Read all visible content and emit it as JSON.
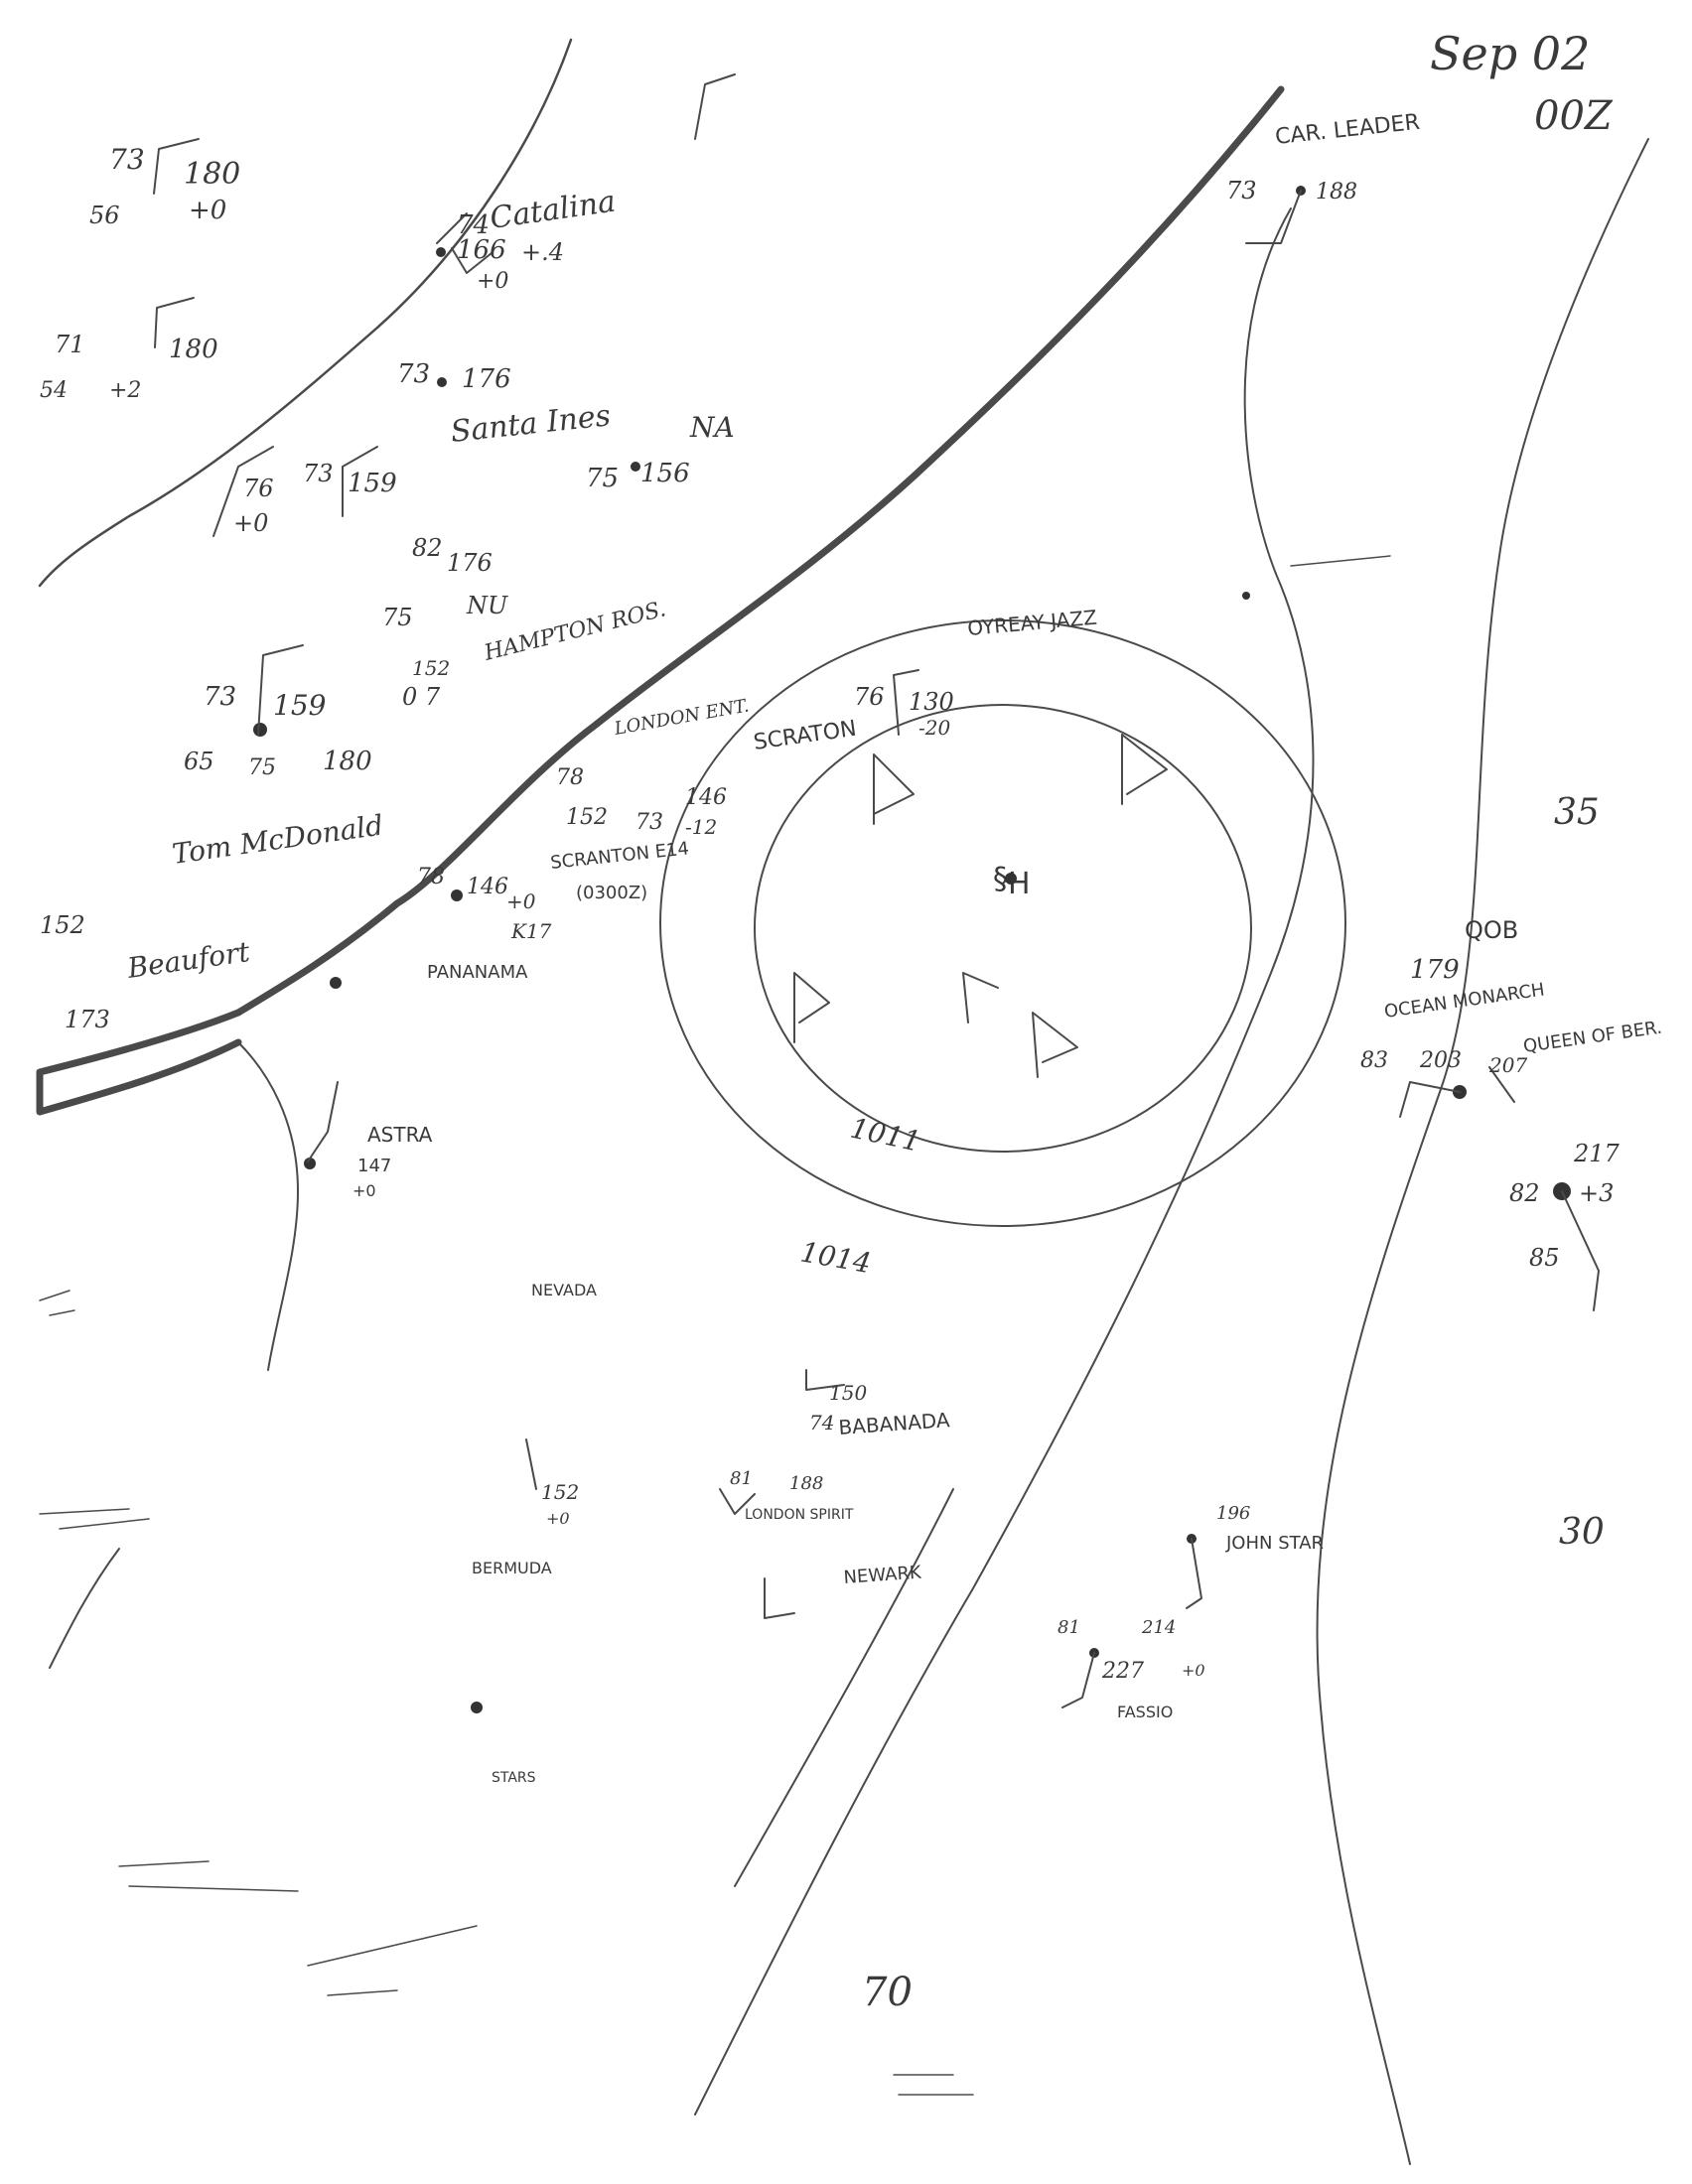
{
  "header": {
    "date": "Sep 02",
    "time": "00Z"
  },
  "analysis": {
    "low_center_label": "H",
    "isobars": [
      "1011",
      "1014"
    ],
    "latitude_labels": [
      "35",
      "30"
    ],
    "longitude_label": "70"
  },
  "ships": {
    "catalina": "Catalina",
    "santa_ines": "Santa Ines",
    "hampton_ros": "HAMPTON ROS.",
    "london_ent": "LONDON ENT.",
    "scraton": "SCRATON",
    "scranton_e14": "SCRANTON E14",
    "scranton_time": "(0300Z)",
    "mcdonald": "Tom McDonald",
    "beaufort": "Beaufort",
    "panamana": "PANANAMA",
    "astra": "ASTRA",
    "nevada": "NEVADA",
    "babanada": "BABANADA",
    "bermuda": "BERMUDA",
    "london_spirit": "LONDON SPIRIT",
    "newark": "NEWARK",
    "john_star": "JOHN STAR",
    "fassio": "FASSIO",
    "car_leader": "CAR. LEADER",
    "ocean_monarch": "OCEAN MONARCH",
    "queen_ber": "QUEEN OF BER.",
    "qob": "QOB",
    "oyreay_jazz": "OYREAY JAZZ",
    "stars": "STARS"
  },
  "obs": {
    "o1_t": "73",
    "o1_p": "180",
    "o1_td": "56",
    "o1_tend": "+0",
    "o2_t": "74",
    "o2_p": "166",
    "o2_tend": "+0",
    "o2_x": "+.4",
    "o3_t": "71",
    "o3_p": "180",
    "o3_td": "54",
    "o3_tend": "+2",
    "o4_t": "73",
    "o4_p": "176",
    "o5_t": "73",
    "o5_p": "159",
    "o6_t": "75",
    "o6_p": "156",
    "o6_x": "NA",
    "o7_t": "76",
    "o7_tend": "+0",
    "o8_t": "82",
    "o8_p": "176",
    "o8_x": "NU",
    "o9_t": "75",
    "o9_p": "152",
    "o9_x": "0 7",
    "o10_t": "73",
    "o10_p": "159",
    "o10_td": "65",
    "o10_t2": "75",
    "o10_p2": "180",
    "o11_t": "78",
    "o11_p": "146",
    "o11_p2": "152",
    "o11_t2": "73",
    "o11_tend": "-12",
    "o12_t": "76",
    "o12_p": "130",
    "o12_tend": "-20",
    "o13_t": "78",
    "o13_p": "146",
    "o13_tend": "+0",
    "o13_x": "K17",
    "o14_t": "152",
    "o14_p": "173",
    "o15_t": "73",
    "o15_p": "188",
    "o16_t": "179",
    "o16_t2": "83",
    "o16_p": "203",
    "o16_p2": "207",
    "o17_t": "82",
    "o17_p": "217",
    "o17_tend": "+3",
    "o17_td": "85",
    "o18_p": "150",
    "o18_t": "74",
    "o19_p": "152",
    "o19_tend": "+0",
    "o20_t": "81",
    "o20_p": "188",
    "o21_p": "196",
    "o22_t": "81",
    "o22_p": "214",
    "o22_p2": "227",
    "o22_tend": "+0",
    "o23_p": "147",
    "o23_tend": "+0"
  }
}
